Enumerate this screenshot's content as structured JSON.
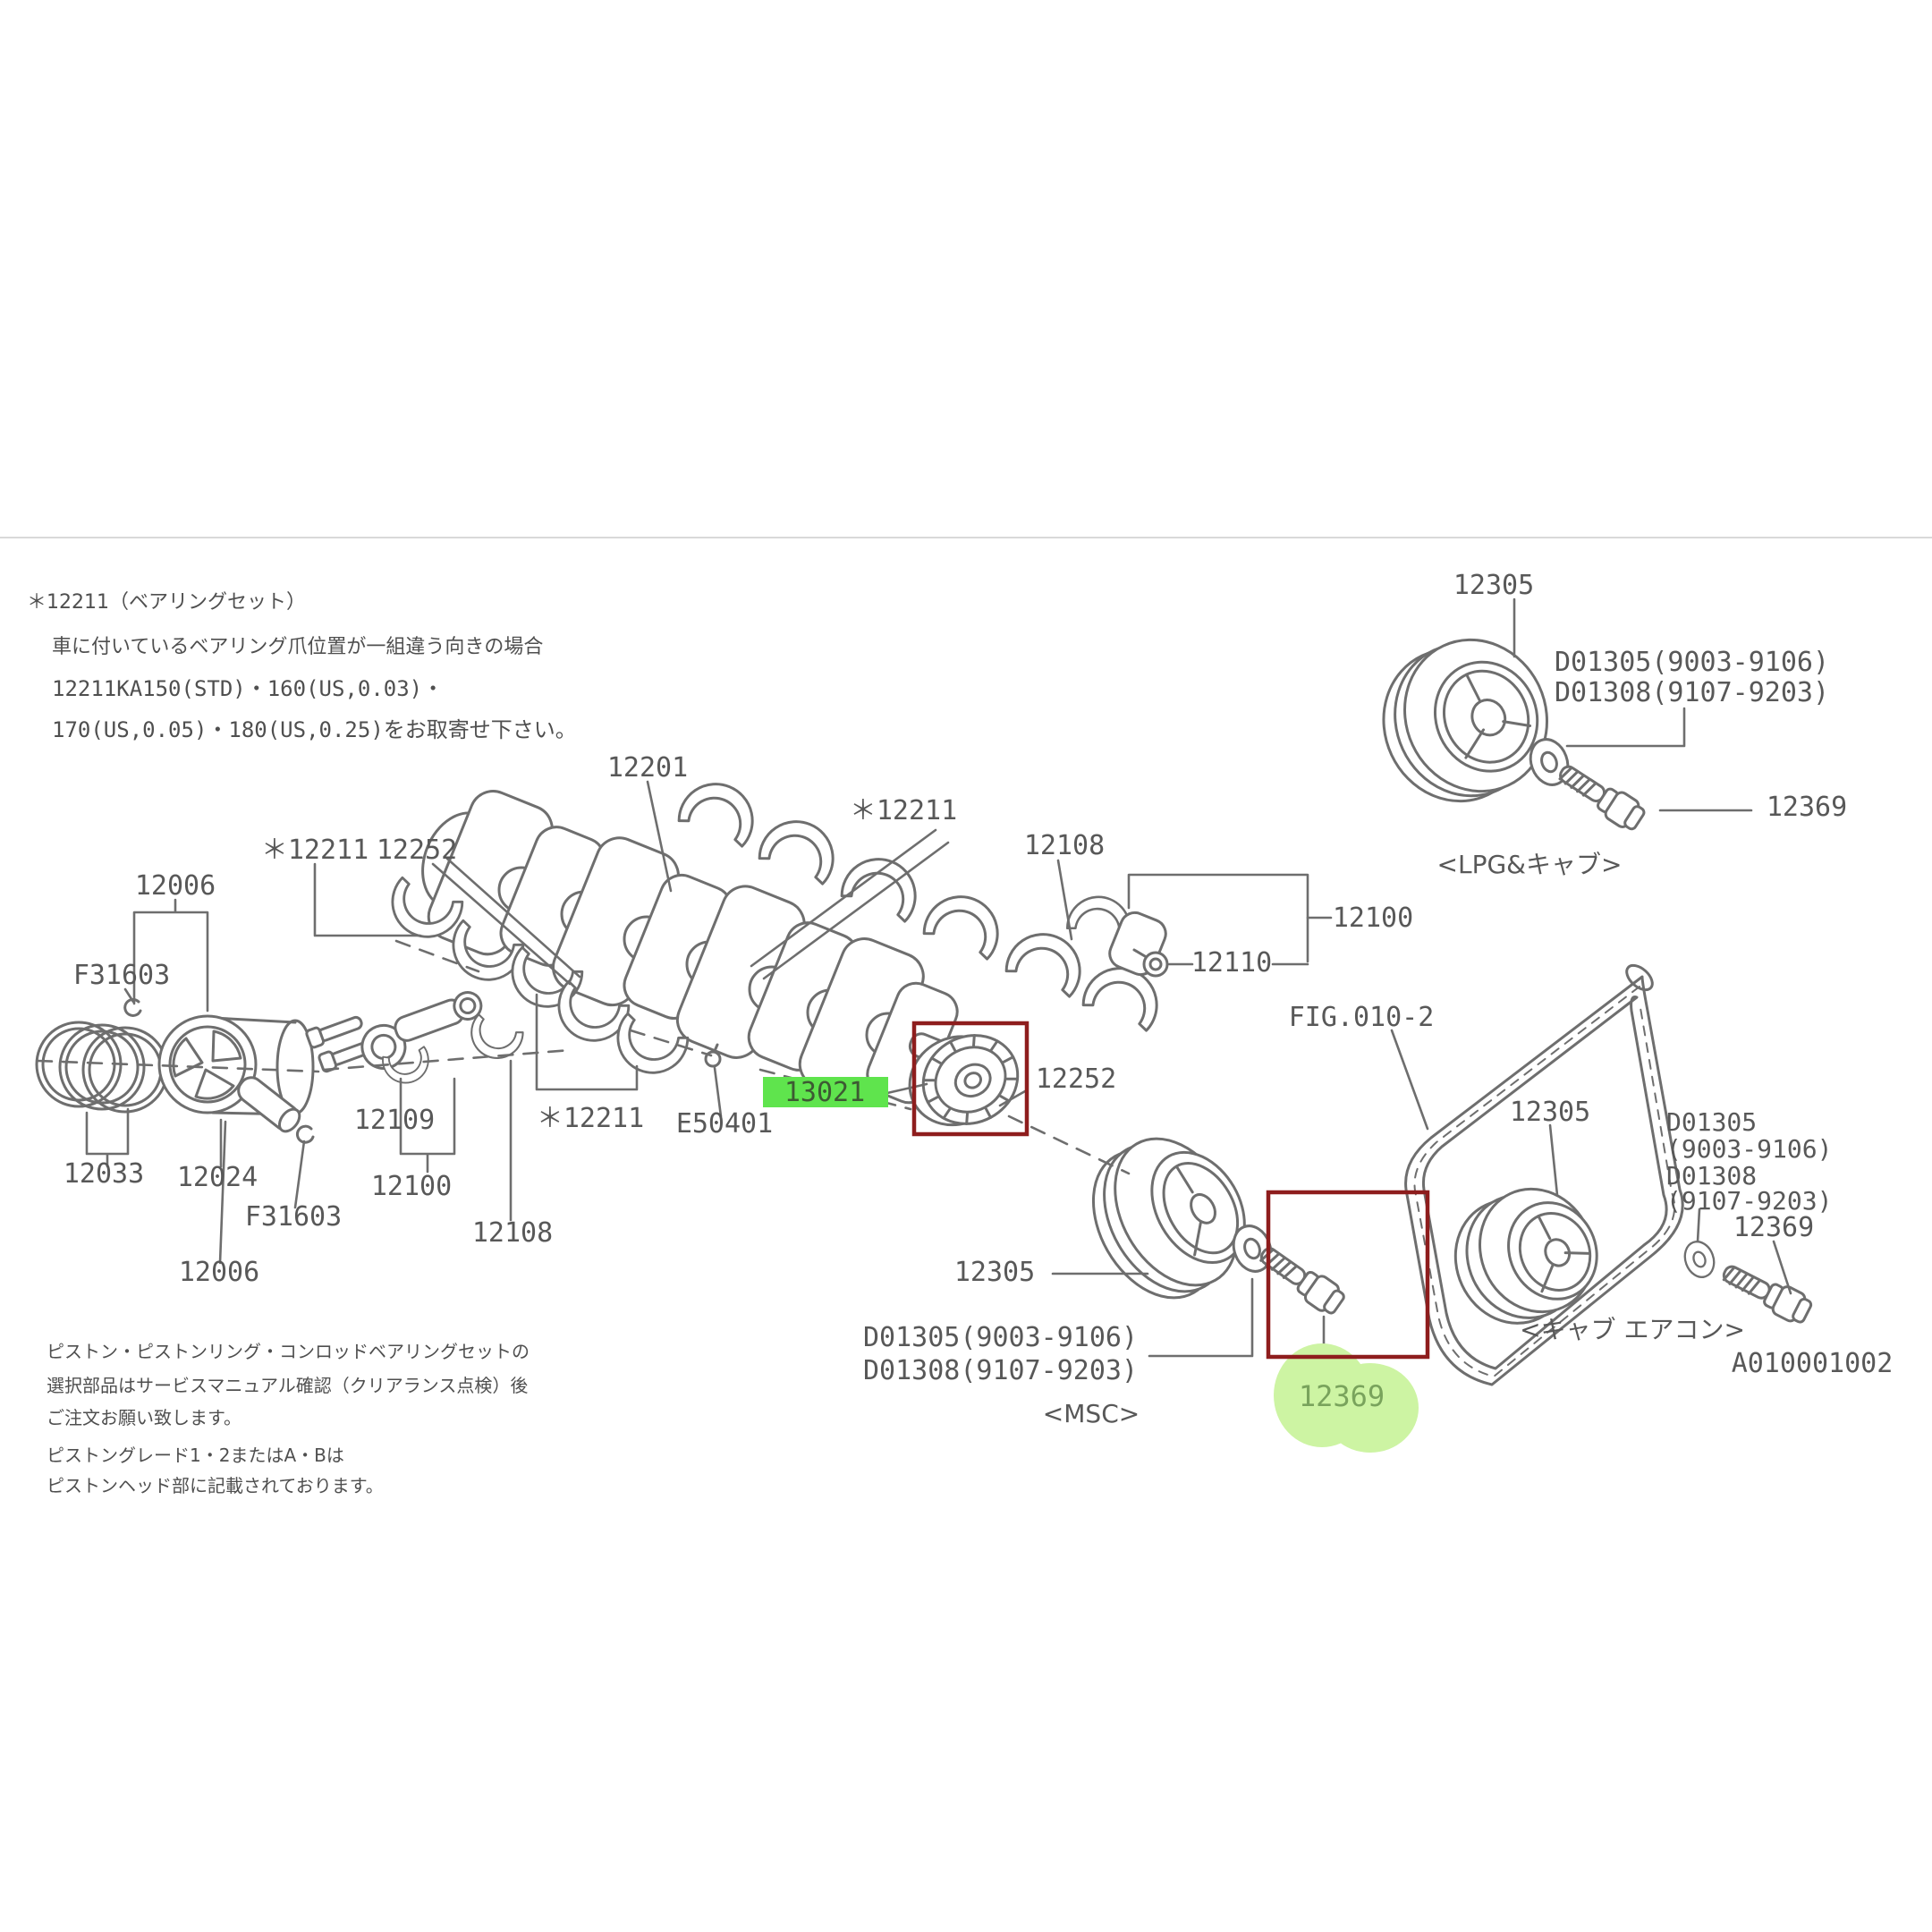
{
  "colors": {
    "line": "#6e6e6e",
    "text": "#585858",
    "highlight_green": "#5fe44d",
    "highlight_soft_green": "#cdf4a3",
    "highlight_text_dark": "#3d5a33",
    "highlight_text_soft": "#79a35c",
    "red_box": "#8e1d1d",
    "background": "#ffffff"
  },
  "notes_top": {
    "l1": "＊12211（ベアリングセット）",
    "l2": "車に付いているベアリング爪位置が一組違う向きの場合",
    "l3": "12211KA150(STD)・160(US,0.03)・",
    "l4": "170(US,0.05)・180(US,0.25)をお取寄せ下さい。"
  },
  "notes_bottom": {
    "l1": "ピストン・ピストンリング・コンロッドベアリングセットの",
    "l2": "選択部品はサービスマニュアル確認（クリアランス点検）後",
    "l3": "ご注文お願い致します。",
    "l4": "ピストングレード1・2またはA・Bは",
    "l5": "ピストンヘッド部に記載されております。"
  },
  "labels": {
    "p12201": "12201",
    "p12211_top": "＊12211",
    "p12108_top": "12108",
    "p12100_right": "12100",
    "p12110": "12110",
    "p12211_left": "＊12211",
    "p12252_left": "12252",
    "p12006_top": "12006",
    "pF31603_top": "F31603",
    "p12033": "12033",
    "p12024": "12024",
    "pF31603_bot": "F31603",
    "p12006_bot": "12006",
    "p12109": "12109",
    "p12100_bot": "12100",
    "p12108_bot": "12108",
    "p12211_bot": "＊12211",
    "pE50401": "E50401",
    "p13021": "13021",
    "p12252_right": "12252",
    "p12305_mid": "12305",
    "pD01305_mid": "D01305(9003-9106)",
    "pD01308_mid": "D01308(9107-9203)",
    "pMSC": "<MSC>",
    "p12369_mid": "12369",
    "p12305_tr": "12305",
    "pD01305_tr": "D01305(9003-9106)",
    "pD01308_tr": "D01308(9107-9203)",
    "p12369_tr": "12369",
    "pLPG": "<LPG&キャブ>",
    "pFIG": "FIG.010-2",
    "p12305_br": "12305",
    "pD01305_br_1": "D01305",
    "pD01305_br_2": "(9003-9106)",
    "pD01308_br_1": "D01308",
    "pD01308_br_2": "(9107-9203)",
    "p12369_br": "12369",
    "pCabAircon": "<キャブ エアコン>",
    "pRefCode": "A010001002"
  }
}
